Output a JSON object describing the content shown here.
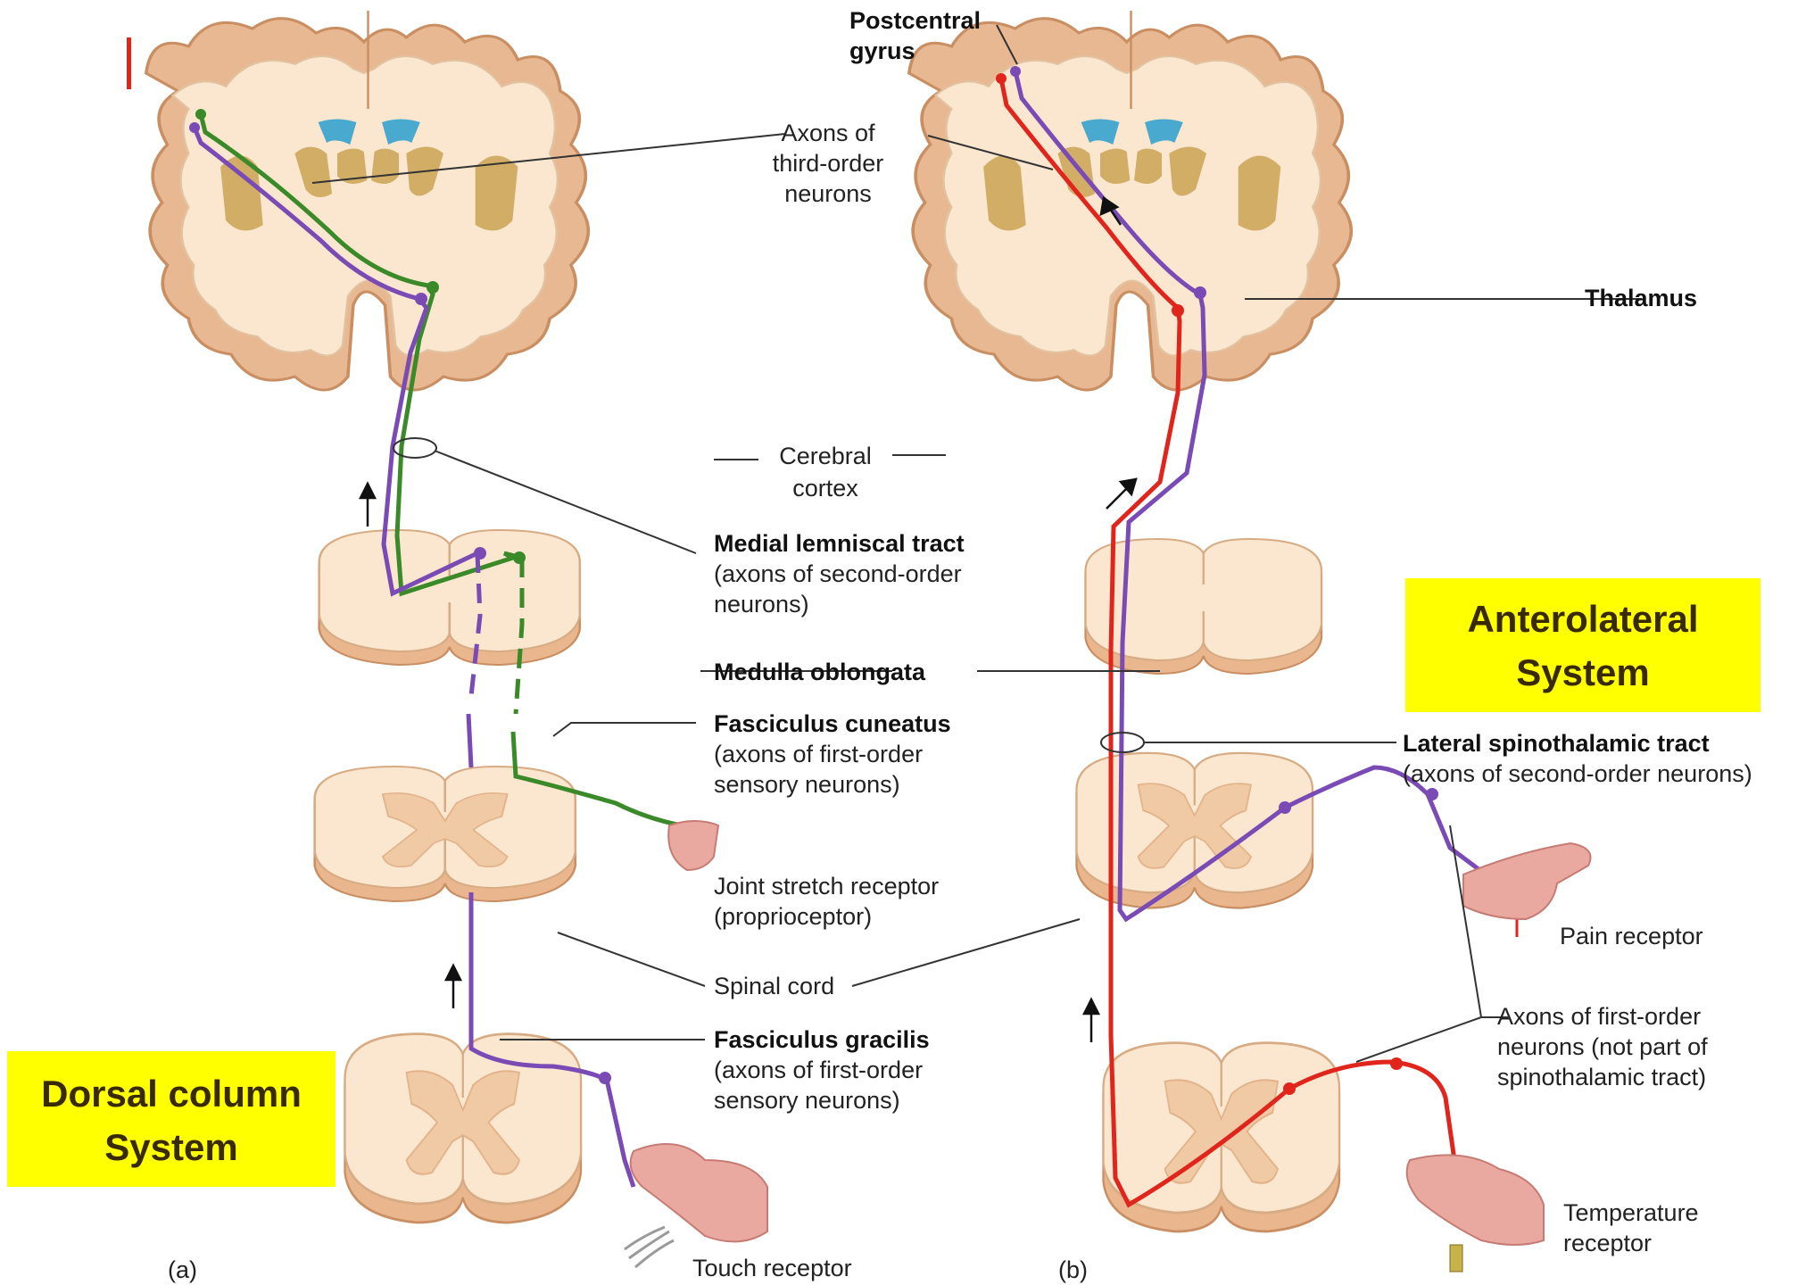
{
  "labels": {
    "postcentral": [
      "Postcentral",
      "gyrus"
    ],
    "axons_third": [
      "Axons of",
      "third-order",
      "neurons"
    ],
    "thalamus": "Thalamus",
    "cerebral_cortex": [
      "Cerebral",
      "cortex"
    ],
    "medial_lemniscal": [
      "Medial lemniscal tract",
      "(axons of second-order",
      "neurons)"
    ],
    "medulla": "Medulla oblongata",
    "fasciculus_cuneatus": [
      "Fasciculus cuneatus",
      "(axons of first-order",
      "sensory neurons)"
    ],
    "lateral_spinothalamic": [
      "Lateral spinothalamic tract",
      "(axons of second-order neurons)"
    ],
    "joint_stretch": [
      "Joint stretch receptor",
      "(proprioceptor)"
    ],
    "pain_receptor": "Pain receptor",
    "spinal_cord": "Spinal cord",
    "axons_first_order": [
      "Axons of first-order",
      "neurons (not part of",
      "spinothalamic tract)"
    ],
    "fasciculus_gracilis": [
      "Fasciculus gracilis",
      "(axons of first-order",
      "sensory neurons)"
    ],
    "temperature_receptor": [
      "Temperature",
      "receptor"
    ],
    "touch_receptor": "Touch receptor",
    "panel_a": "(a)",
    "panel_b": "(b)"
  },
  "systems": {
    "dorsal": [
      "Dorsal column",
      "System"
    ],
    "anterolateral": [
      "Anterolateral",
      "System"
    ]
  },
  "colors": {
    "highlight_box": "#ffff00",
    "proprioception_pathway": "#3a8a2a",
    "touch_pathway": "#7a4ab5",
    "temperature_pathway": "#e0251c"
  }
}
